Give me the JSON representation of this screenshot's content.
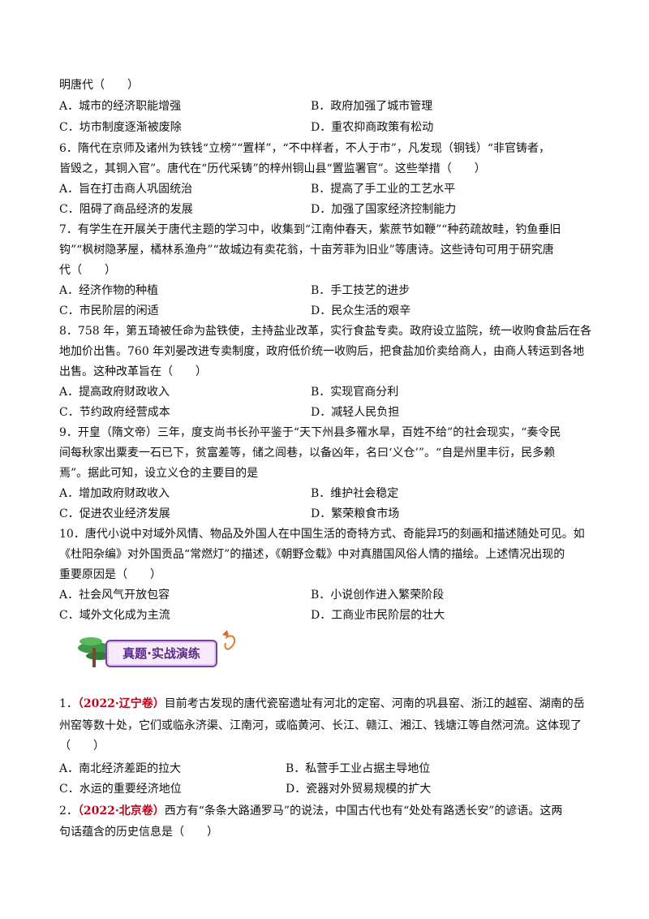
{
  "lines": {
    "l1": "明唐代（　　）",
    "q5a": "A．城市的经济职能增强",
    "q5b": "B．政府加强了城市管理",
    "q5c": "C．坊市制度逐渐被废除",
    "q5d": "D．重农抑商政策有松动",
    "q6s1": "6．隋代在京师及诸州为铁钱“立榜”“置样”，“不中样者，不人于市”，凡发现（铜钱）“非官铸者，",
    "q6s2": "皆毁之，其铜入官”。唐代在“历代采铸”的梓州铜山县“置监署官”。这些举措（　　）",
    "q6a": "A．旨在打击商人巩固统治",
    "q6b": "B．提高了手工业的工艺水平",
    "q6c": "C．阻碍了商品经济的发展",
    "q6d": "D．加强了国家经济控制能力",
    "q7s1": "7．有学生在开展关于唐代主题的学习中，收集到“江南仲春天，紫蔗节如鞭”“种药疏故畦，钓鱼垂旧",
    "q7s2": "钩”“枫树隐茅屋，橘林系渔舟”“故城边有卖花翁，十亩芳菲为旧业”等唐诗。这些诗句可用于研究唐",
    "q7s3": "代（　　）",
    "q7a": "A．经济作物的种植",
    "q7b": "B．手工技艺的进步",
    "q7c": "C．市民阶层的闲适",
    "q7d": "D．民众生活的艰辛",
    "q8s1": "8．758 年，第五琦被任命为盐铁使，主持盐业改革，实行食盐专卖。政府设立监院，统一收购食盐后在各",
    "q8s2": "地加价出售。760 年刘晏改进专卖制度，政府低价统一收购后，把食盐加价卖给商人，由商人转运到各地",
    "q8s3": "出售。这种改革旨在（　　）",
    "q8a": "A．提高政府财政收入",
    "q8b": "B．实现官商分利",
    "q8c": "C．节约政府经营成本",
    "q8d": "D．减轻人民负担",
    "q9s1": "9．开皇（隋文帝）三年，度支尚书长孙平鉴于“天下州县多罹水旱，百姓不给”的社会现实，“奏令民",
    "q9s2": "间每秋家出粟麦一石已下，贫富差等，储之闾巷，以备凶年，名曰‘义仓’”。“自是州里丰衍，民多赖",
    "q9s3": "焉”。据此可知，设立义仓的主要目的是",
    "q9a": "A．增加政府财政收入",
    "q9b": "B．维护社会稳定",
    "q9c": "C．促进农业经济发展",
    "q9d": "D．繁荣粮食市场",
    "q10s1": "10．唐代小说中对域外风情、物品及外国人在中国生活的奇特方式、奇能异巧的刻画和描述随处可见。如",
    "q10s2": "《杜阳杂编》对外国贡品“常燃灯”的描述，《朝野佥载》中对真腊国风俗人情的描绘。上述情况出现的",
    "q10s3": "重要原因是（　　）",
    "q10a": "A．社会风气开放包容",
    "q10b": "B．小说创作进入繁荣阶段",
    "q10c": "C．域外文化成为主流",
    "q10d": "D．工商业市民阶层的壮大",
    "banner": "真题·实战演练",
    "r1num": "1．",
    "r1src": "（2022·辽宁卷）",
    "r1s1": "目前考古发现的唐代瓷窑遗址有河北的定窑、河南的巩县窑、浙江的越窑、湖南的岳",
    "r1s2": "州窑等数十处，它们或临永济渠、江南河，或临黄河、长江、赣江、湘江、钱塘江等自然河流。这体现了",
    "r1s3": "（　　）",
    "r1a": "A．南北经济差距的拉大",
    "r1b": "B．私营手工业占据主导地位",
    "r1c": "C．水运的重要经济地位",
    "r1d": "D．瓷器对外贸易规模的扩大",
    "r2num": "2．",
    "r2src": "（2022·北京卷）",
    "r2s1": "西方有“条条大路通罗马”的说法，中国古代也有“处处有路透长安”的谚语。这两",
    "r2s2": "句话蕴含的历史信息是（　　）"
  },
  "colors": {
    "source_tag": "#c0001a",
    "banner_border": "#7b3fa0",
    "banner_text": "#5a2a82"
  }
}
